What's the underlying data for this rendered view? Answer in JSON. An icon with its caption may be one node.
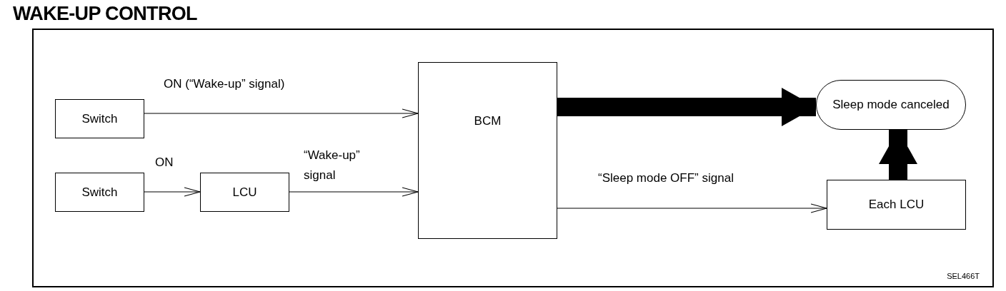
{
  "diagram": {
    "title": "WAKE-UP CONTROL",
    "nodes": [
      {
        "text": [
          "Switch"
        ]
      },
      {
        "text": [
          "Switch"
        ]
      },
      {
        "text": [
          "LCU"
        ]
      },
      {
        "text": [
          "BCM"
        ]
      },
      {
        "text": [
          "Sleep mode canceled"
        ]
      },
      {
        "text": [
          "Each LCU"
        ]
      }
    ],
    "edges": [
      {
        "from": 0,
        "to": 3,
        "arrow": "to",
        "label": "ON (“Wake-up” signal)"
      },
      {
        "from": 1,
        "to": 2,
        "arrow": "to",
        "label": "ON"
      },
      {
        "from": 2,
        "to": 3,
        "arrow": "to",
        "label": "“Wake-up” signal"
      },
      {
        "from": 3,
        "to": 4,
        "arrow": "to",
        "style": "thick"
      },
      {
        "from": 3,
        "to": 5,
        "arrow": "to",
        "label": "“Sleep mode OFF” signal"
      },
      {
        "from": 5,
        "to": 4,
        "arrow": "to",
        "style": "thick"
      }
    ],
    "labels": [
      "SEL466T"
    ]
  }
}
